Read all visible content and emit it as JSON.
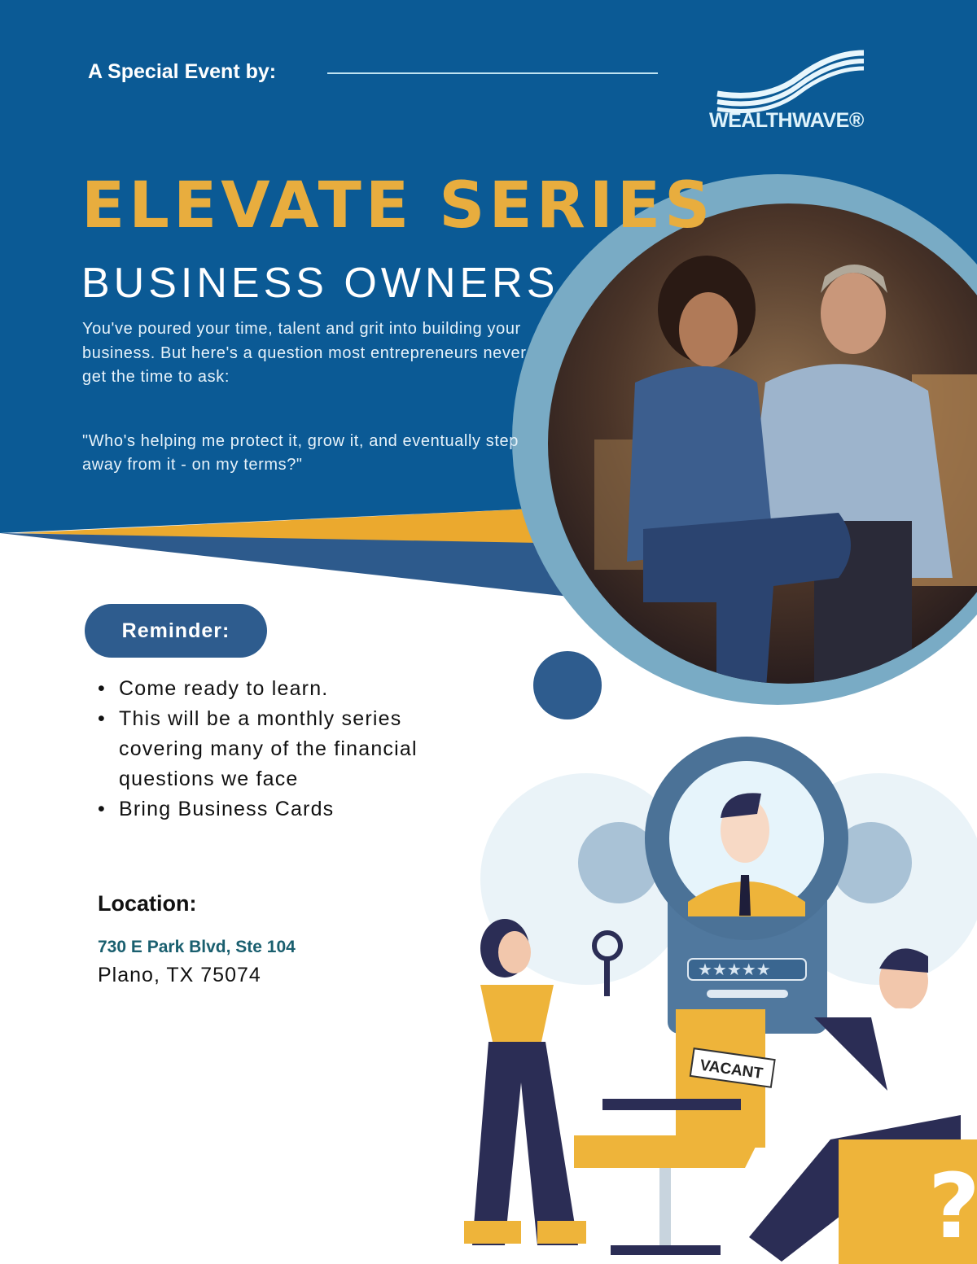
{
  "header": {
    "special_event_label": "A Special Event by:",
    "brand_name": "WEALTHWAVE®"
  },
  "hero": {
    "title": "ELEVATE SERIES",
    "subtitle": "BUSINESS OWNERS",
    "intro": "You've poured your time, talent and grit into building your business. But here's a question most entrepreneurs never get the time to ask:",
    "quote": "\"Who's helping me protect it, grow it, and eventually step away from it - on my terms?\""
  },
  "reminder": {
    "label": "Reminder:",
    "items": [
      "Come ready to learn.",
      "This will be a monthly series covering many of the financial questions we face",
      "Bring Business Cards"
    ]
  },
  "location": {
    "heading": "Location:",
    "address_line1": "730 E Park Blvd, Ste 104",
    "address_line2": "Plano, TX 75074"
  },
  "illustration": {
    "sign_text": "VACANT"
  },
  "colors": {
    "primary_blue": "#0b5a95",
    "gold": "#e8ad3e",
    "ring_blue": "#78abc6",
    "dark_blue": "#2e5c8e",
    "teal": "#1a5f6f"
  }
}
